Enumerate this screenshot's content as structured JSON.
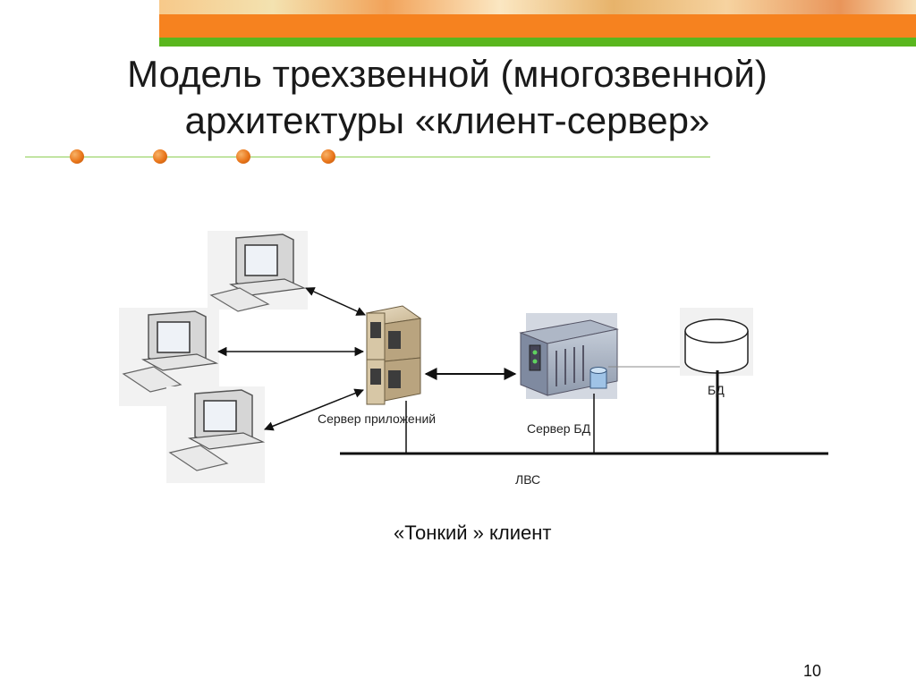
{
  "slide": {
    "title_line1": "Модель трехзвенной (многозвенной)",
    "title_line2": "архитектуры «клиент-сервер»",
    "page_number": "10"
  },
  "diagram": {
    "app_server_label": "Сервер приложений",
    "db_server_label": "Сервер БД",
    "db_label": "БД",
    "network_label": "ЛВС",
    "caption": "«Тонкий » клиент"
  },
  "colors": {
    "banner_orange": "#f6821f",
    "banner_green": "#5ab61e",
    "divider_green": "#8fce55",
    "bullet_orange": "#e9761a"
  }
}
